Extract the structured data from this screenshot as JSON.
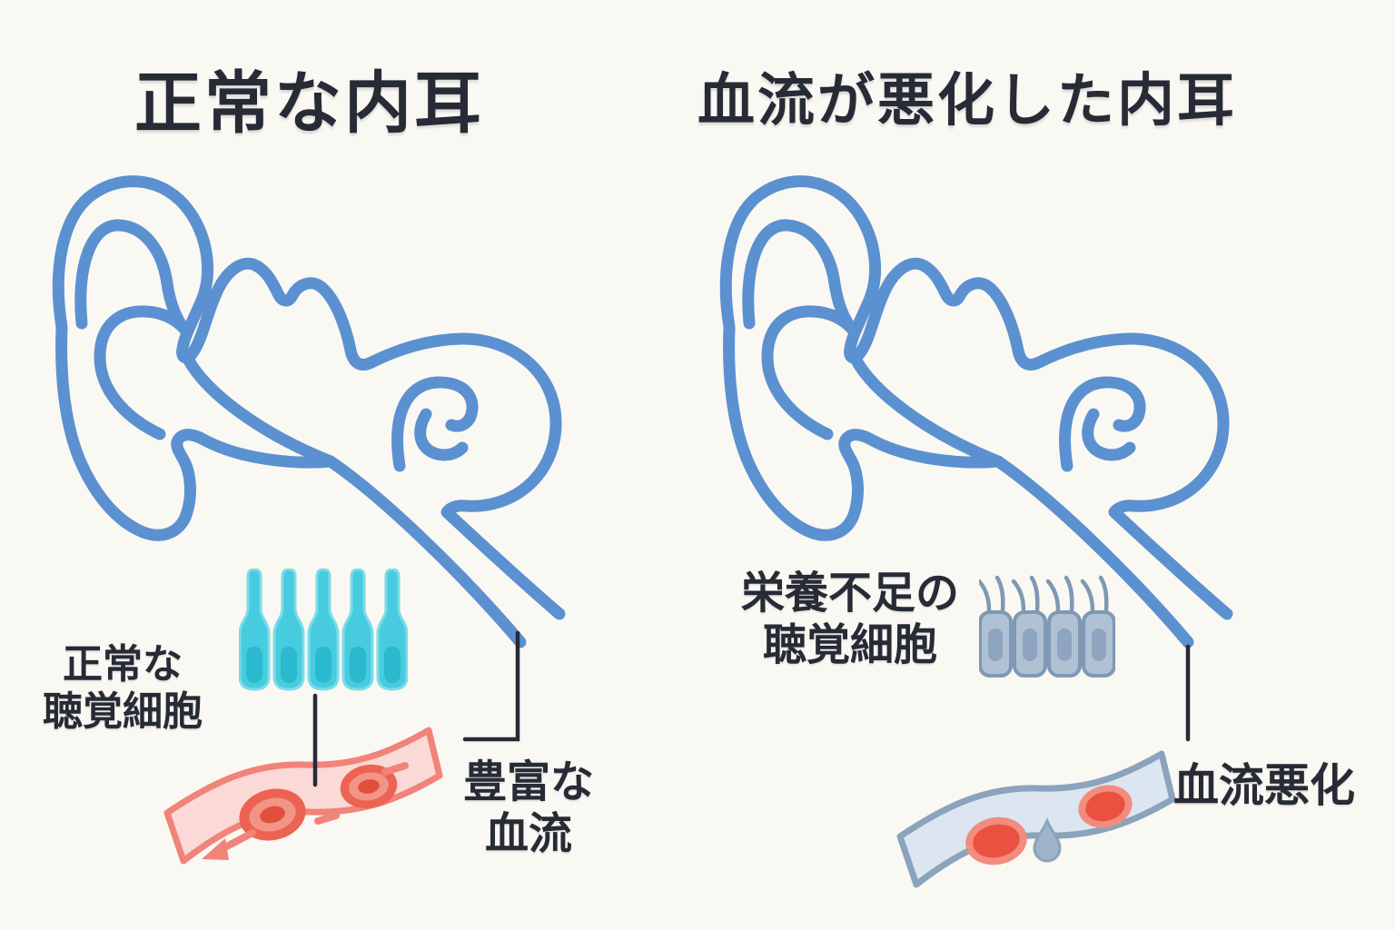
{
  "colors": {
    "bg": "#faf8f2",
    "ink": "#262b36",
    "ear": "#5b91d0",
    "cell_normal": "#47cbde",
    "cell_normal_border": "#7adce9",
    "cell_normal_inner": "#2ab9cf",
    "cell_damaged": "#b0c1d4",
    "cell_damaged_border": "#7f98b3",
    "cell_damaged_inner": "#8da5bf",
    "vessel_normal_fill": "#fad9d6",
    "vessel_normal_border": "#f0837a",
    "rbc_ring": "#ec6353",
    "rbc_mid": "#f29486",
    "rbc_core": "#e04f3e",
    "vessel_poor_fill": "#dce6f0",
    "vessel_poor_border": "#8ba3bd",
    "rbc_poor_ring": "#f28c7e",
    "rbc_poor_core": "#ea5140",
    "droplet": "#9fb4c9"
  },
  "left_panel": {
    "title": "正常な内耳",
    "cells_label_line1": "正常な",
    "cells_label_line2": "聴覚細胞",
    "flow_label_line1": "豊富な",
    "flow_label_line2": "血流",
    "cell_count": 5,
    "icons": [
      "inner-ear-outline",
      "healthy-hair-cells",
      "blood-vessel",
      "red-blood-cells",
      "flow-direction-arrow"
    ]
  },
  "right_panel": {
    "title": "血流が悪化した内耳",
    "cells_label_line1": "栄養不足の",
    "cells_label_line2": "聴覚細胞",
    "flow_label": "血流悪化",
    "cell_count": 4,
    "icons": [
      "inner-ear-outline",
      "withered-hair-cells",
      "blood-vessel",
      "red-blood-cells",
      "stagnant-droplet"
    ]
  }
}
